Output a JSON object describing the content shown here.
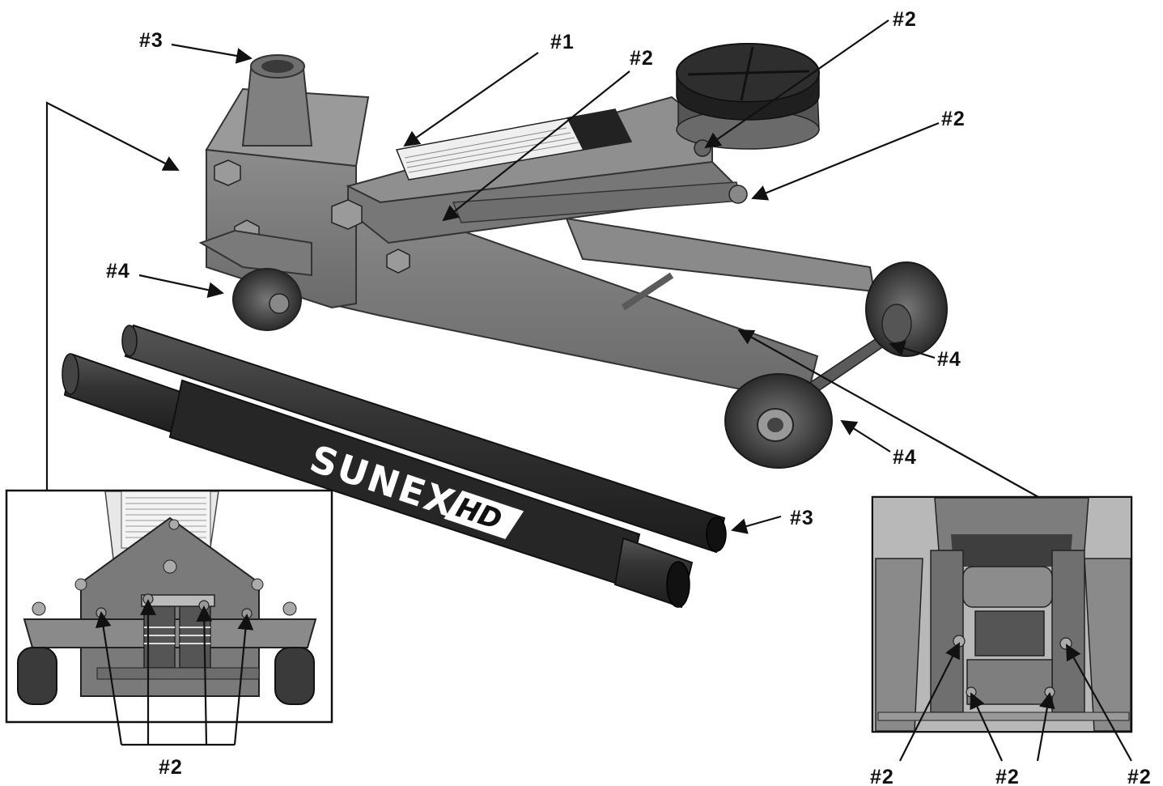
{
  "brand": {
    "name": "SUNEX",
    "suffix": "HD"
  },
  "callouts": [
    {
      "id": "c3-top",
      "text": "#3"
    },
    {
      "id": "c1",
      "text": "#1"
    },
    {
      "id": "c2-center",
      "text": "#2"
    },
    {
      "id": "c2-top-right",
      "text": "#2"
    },
    {
      "id": "c2-right",
      "text": "#2"
    },
    {
      "id": "c4-left",
      "text": "#4"
    },
    {
      "id": "c4-rear",
      "text": "#4"
    },
    {
      "id": "c4-front",
      "text": "#4"
    },
    {
      "id": "c3-handle",
      "text": "#3"
    },
    {
      "id": "c2-left-inset",
      "text": "#2"
    },
    {
      "id": "c2-right-inset-1",
      "text": "#2"
    },
    {
      "id": "c2-right-inset-2",
      "text": "#2"
    },
    {
      "id": "c2-right-inset-3",
      "text": "#2"
    }
  ],
  "colors": {
    "jack_body": "#7a7a7a",
    "jack_dark": "#4a4a4a",
    "jack_light": "#9a9a9a",
    "rubber": "#2a2a2a",
    "handle": "#2e2e2e"
  }
}
